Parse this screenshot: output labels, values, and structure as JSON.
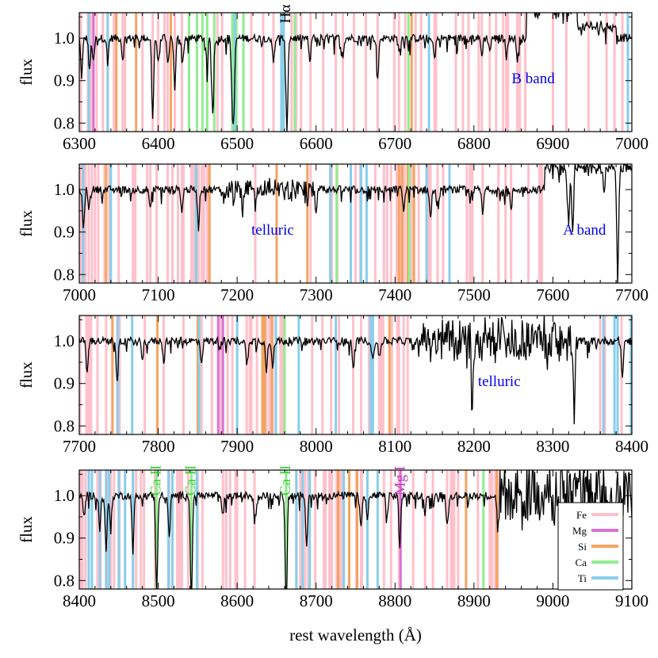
{
  "chart_data": {
    "type": "line",
    "ylabel": "flux",
    "xlabel": "rest wavelength (Å)",
    "colors": {
      "Fe": "#ffc0cb",
      "Mg": "#da70d6",
      "Si": "#f4a460",
      "Ca": "#90ee90",
      "Ti": "#87ceeb",
      "spectrum": "#000000",
      "telluric_text": "#0000ee"
    },
    "legend": {
      "placement": "lower-right of last panel",
      "entries": [
        {
          "label": "Fe",
          "color": "#ffc0cb"
        },
        {
          "label": "Mg",
          "color": "#da70d6"
        },
        {
          "label": "Si",
          "color": "#f4a460"
        },
        {
          "label": "Ca",
          "color": "#90ee90"
        },
        {
          "label": "Ti",
          "color": "#87ceeb"
        }
      ]
    },
    "panels": [
      {
        "xlim": [
          6300,
          7000
        ],
        "ylim": [
          0.78,
          1.06
        ],
        "xticks": [
          "6300",
          "6400",
          "6500",
          "6600",
          "6700",
          "6800",
          "6900",
          "7000"
        ],
        "yticks": [
          "0.8",
          "0.9",
          "1.0"
        ],
        "annotations": [
          {
            "text": "Hα",
            "x": 6562,
            "y": 1.035,
            "color": "#000000",
            "rotated": true
          },
          {
            "text": "B band",
            "x": 6875,
            "y": 0.905,
            "color": "#0000ee",
            "rotated": false
          }
        ],
        "features": [
          {
            "x0": 6867,
            "x1": 6930,
            "amp": 0.08,
            "type": "up"
          },
          {
            "x0": 6930,
            "x1": 6980,
            "amp": 0.03,
            "type": "up"
          }
        ],
        "lines": {
          "Fe": [
            6302,
            6311,
            6315,
            6318,
            6322,
            6330,
            6336,
            6344,
            6355,
            6358,
            6380,
            6393,
            6400,
            6408,
            6412,
            6421,
            6430,
            6462,
            6475,
            6481,
            6494,
            6496,
            6518,
            6533,
            6546,
            6569,
            6575,
            6581,
            6593,
            6609,
            6625,
            6634,
            6648,
            6663,
            6678,
            6699,
            6705,
            6713,
            6726,
            6733,
            6750,
            6752,
            6777,
            6786,
            6793,
            6806,
            6810,
            6820,
            6828,
            6837,
            6841,
            6843,
            6855,
            6858,
            6865,
            6900,
            6917,
            6945,
            6968,
            6978,
            6988
          ],
          "Mg": [
            6318
          ],
          "Si": [
            6347,
            6372,
            6416,
            6721
          ],
          "Ca": [
            6439,
            6449,
            6456,
            6462,
            6471,
            6494,
            6499,
            6508,
            6573,
            6717
          ],
          "Ti": [
            6312,
            6336,
            6497,
            6556,
            6559,
            6743,
            6995
          ]
        },
        "dips": [
          [
            6303,
            0.09
          ],
          [
            6313,
            0.08
          ],
          [
            6318,
            0.06
          ],
          [
            6336,
            0.05
          ],
          [
            6355,
            0.05
          ],
          [
            6393,
            0.19
          ],
          [
            6400,
            0.06
          ],
          [
            6412,
            0.06
          ],
          [
            6421,
            0.12
          ],
          [
            6431,
            0.06
          ],
          [
            6462,
            0.07
          ],
          [
            6469,
            0.18
          ],
          [
            6494,
            0.16
          ],
          [
            6496,
            0.13
          ],
          [
            6546,
            0.06
          ],
          [
            6563,
            0.22
          ],
          [
            6592,
            0.06
          ],
          [
            6634,
            0.04
          ],
          [
            6678,
            0.1
          ],
          [
            6705,
            0.03
          ],
          [
            6750,
            0.05
          ],
          [
            6810,
            0.04
          ],
          [
            6820,
            0.03
          ],
          [
            6841,
            0.04
          ],
          [
            6855,
            0.05
          ]
        ]
      },
      {
        "xlim": [
          7000,
          7700
        ],
        "ylim": [
          0.78,
          1.06
        ],
        "xticks": [
          "7000",
          "7100",
          "7200",
          "7300",
          "7400",
          "7500",
          "7600",
          "7700"
        ],
        "yticks": [
          "0.8",
          "0.9",
          "1.0"
        ],
        "annotations": [
          {
            "text": "telluric",
            "x": 7245,
            "y": 0.905,
            "color": "#0000ee",
            "rotated": false
          },
          {
            "text": "A band",
            "x": 7640,
            "y": 0.905,
            "color": "#0000ee",
            "rotated": false
          }
        ],
        "features": [
          {
            "x0": 7590,
            "x1": 7700,
            "amp": 0.06,
            "type": "up"
          },
          {
            "x0": 7180,
            "x1": 7300,
            "amp": 0.02,
            "type": "noise"
          }
        ],
        "lines": {
          "Fe": [
            7002,
            7008,
            7012,
            7016,
            7020,
            7024,
            7032,
            7038,
            7050,
            7068,
            7071,
            7086,
            7090,
            7098,
            7112,
            7118,
            7125,
            7130,
            7132,
            7142,
            7145,
            7151,
            7155,
            7158,
            7162,
            7164,
            7223,
            7293,
            7320,
            7327,
            7350,
            7356,
            7375,
            7386,
            7390,
            7395,
            7402,
            7407,
            7411,
            7412,
            7418,
            7421,
            7430,
            7440,
            7443,
            7445,
            7454,
            7461,
            7491,
            7495,
            7498,
            7511,
            7531,
            7540,
            7547,
            7569,
            7583,
            7586
          ],
          "Mg": [],
          "Si": [
            7034,
            7165,
            7250,
            7289,
            7405,
            7409,
            7416,
            7424
          ],
          "Ca": [
            7148,
            7326,
            7418
          ],
          "Ti": [
            7005,
            7040,
            7148,
            7318,
            7344,
            7357,
            7364,
            7440,
            7469
          ]
        },
        "dips": [
          [
            7005,
            0.09
          ],
          [
            7012,
            0.04
          ],
          [
            7090,
            0.05
          ],
          [
            7130,
            0.05
          ],
          [
            7151,
            0.09
          ],
          [
            7207,
            0.05
          ],
          [
            7223,
            0.04
          ],
          [
            7300,
            0.05
          ],
          [
            7411,
            0.05
          ],
          [
            7445,
            0.07
          ],
          [
            7455,
            0.04
          ],
          [
            7495,
            0.03
          ],
          [
            7511,
            0.06
          ],
          [
            7547,
            0.05
          ],
          [
            7620,
            0.14
          ],
          [
            7625,
            0.16
          ],
          [
            7682,
            0.26
          ],
          [
            7665,
            0.07
          ]
        ]
      },
      {
        "xlim": [
          7700,
          8400
        ],
        "ylim": [
          0.78,
          1.06
        ],
        "xticks": [
          "7700",
          "7800",
          "7900",
          "8000",
          "8100",
          "8200",
          "8300",
          "8400"
        ],
        "yticks": [
          "0.8",
          "0.9",
          "1.0"
        ],
        "annotations": [
          {
            "text": "telluric",
            "x": 8232,
            "y": 0.905,
            "color": "#0000ee",
            "rotated": false
          }
        ],
        "features": [
          {
            "x0": 8130,
            "x1": 8330,
            "amp": 0.05,
            "type": "noise"
          }
        ],
        "lines": {
          "Fe": [
            7701,
            7709,
            7712,
            7715,
            7723,
            7734,
            7742,
            7748,
            7751,
            7783,
            7807,
            7832,
            7855,
            7868,
            7879,
            7881,
            7888,
            7894,
            7912,
            7916,
            7918,
            7925,
            7937,
            7941,
            7945,
            7955,
            7958,
            7995,
            8008,
            8019,
            8029,
            8047,
            8057,
            8067,
            8080,
            8083,
            8085,
            8096,
            8103,
            8105,
            8111,
            8116,
            8360,
            8366,
            8387
          ],
          "Mg": [
            7876,
            7882
          ],
          "Si": [
            7742,
            7799,
            7850,
            7932,
            7935,
            7944,
            7960,
            8093
          ],
          "Ca": [
            7960
          ],
          "Ti": [
            7749,
            7767,
            7852,
            7900,
            7949,
            7978,
            8025,
            8069,
            8072,
            8364,
            8378,
            8382,
            8399
          ]
        },
        "dips": [
          [
            7710,
            0.07
          ],
          [
            7748,
            0.1
          ],
          [
            7780,
            0.04
          ],
          [
            7807,
            0.05
          ],
          [
            7855,
            0.05
          ],
          [
            7912,
            0.05
          ],
          [
            7937,
            0.07
          ],
          [
            7945,
            0.06
          ],
          [
            8047,
            0.07
          ],
          [
            8072,
            0.05
          ],
          [
            8080,
            0.04
          ],
          [
            8198,
            0.14
          ],
          [
            8227,
            0.05
          ],
          [
            8327,
            0.18
          ],
          [
            8388,
            0.09
          ]
        ]
      },
      {
        "xlim": [
          8400,
          9100
        ],
        "ylim": [
          0.78,
          1.06
        ],
        "xticks": [
          "8400",
          "8500",
          "8600",
          "8700",
          "8800",
          "8900",
          "9000",
          "9100"
        ],
        "yticks": [
          "0.8",
          "0.9",
          "1.0"
        ],
        "annotations": [
          {
            "text": "Ca II",
            "x": 8498,
            "y": 1.0,
            "color": "#3cd23c",
            "rotated": true
          },
          {
            "text": "Ca II",
            "x": 8542,
            "y": 1.0,
            "color": "#3cd23c",
            "rotated": true
          },
          {
            "text": "Ca II",
            "x": 8662,
            "y": 1.0,
            "color": "#3cd23c",
            "rotated": true
          },
          {
            "text": "Mg I",
            "x": 8807,
            "y": 1.0,
            "color": "#c040c0",
            "rotated": true
          }
        ],
        "features": [
          {
            "x0": 8930,
            "x1": 9100,
            "amp": 0.07,
            "type": "noise"
          }
        ],
        "lines": {
          "Fe": [
            8402,
            8404,
            8408,
            8416,
            8423,
            8427,
            8436,
            8440,
            8444,
            8451,
            8468,
            8472,
            8478,
            8482,
            8496,
            8514,
            8524,
            8527,
            8530,
            8538,
            8550,
            8556,
            8582,
            8586,
            8591,
            8598,
            8600,
            8610,
            8622,
            8662,
            8675,
            8680,
            8686,
            8690,
            8699,
            8710,
            8712,
            8717,
            8720,
            8726,
            8728,
            8731,
            8734,
            8751,
            8757,
            8758,
            8765,
            8786,
            8795,
            8805,
            8823,
            8838,
            8848,
            8866,
            8871,
            8874,
            8875,
            8880,
            8905,
            8920,
            8923,
            8927,
            8930
          ],
          "Mg": [
            8807
          ],
          "Si": [
            8728,
            8742,
            8752,
            8890,
            8929
          ],
          "Ca": [
            8498,
            8542,
            8662,
            8912
          ],
          "Ti": [
            8412,
            8416,
            8426,
            8434,
            8438,
            8450,
            8458,
            8468,
            8513,
            8518,
            8549,
            8675,
            8683,
            8692,
            8735,
            8765,
            8778
          ]
        },
        "dips": [
          [
            8406,
            0.05
          ],
          [
            8426,
            0.08
          ],
          [
            8434,
            0.14
          ],
          [
            8440,
            0.07
          ],
          [
            8468,
            0.13
          ],
          [
            8498,
            0.23
          ],
          [
            8514,
            0.1
          ],
          [
            8542,
            0.25
          ],
          [
            8582,
            0.05
          ],
          [
            8622,
            0.06
          ],
          [
            8662,
            0.25
          ],
          [
            8688,
            0.12
          ],
          [
            8757,
            0.08
          ],
          [
            8765,
            0.06
          ],
          [
            8790,
            0.05
          ],
          [
            8806,
            0.12
          ],
          [
            8838,
            0.04
          ],
          [
            8866,
            0.07
          ],
          [
            8930,
            0.05
          ]
        ]
      }
    ]
  }
}
